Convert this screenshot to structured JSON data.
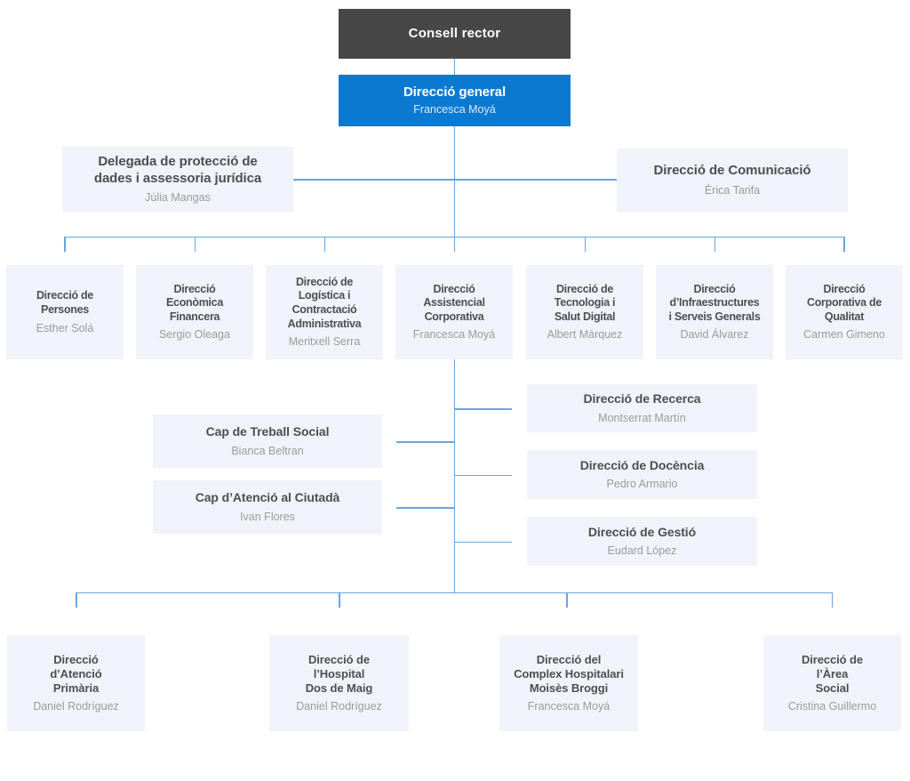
{
  "palette": {
    "root_bg": "#474747",
    "accent_blue": "#0b79d0",
    "node_bg": "#f0f3f9",
    "line_color": "#69a5dd",
    "title_color": "#4d4f52",
    "name_color": "#9b9b9b"
  },
  "chart": {
    "root": {
      "title": "Consell rector"
    },
    "general": {
      "title": "Direcció general",
      "name": "Francesca Moyá"
    },
    "staff_left": {
      "title": "Delegada de protecció de\ndades i assessoria jurídica",
      "name": "Júlia Mangas"
    },
    "staff_right": {
      "title": "Direcció de Comunicació",
      "name": "Èrica Tarifa"
    },
    "row1": [
      {
        "title": "Direcció de\nPersones",
        "name": "Esther Solá"
      },
      {
        "title": "Direcció\nEconòmica\nFinancera",
        "name": "Sergio Oleaga"
      },
      {
        "title": "Direcció de\nLogística i\nContractació\nAdministrativa",
        "name": "Meritxell Serra"
      },
      {
        "title": "Direcció\nAssistencial\nCorporativa",
        "name": "Francesca Moyá"
      },
      {
        "title": "Direcció de\nTecnologia i\nSalut Digital",
        "name": "Albert Márquez"
      },
      {
        "title": "Direcció\nd’Infraestructures\ni Serveis Generals",
        "name": "David Álvarez"
      },
      {
        "title": "Direcció\nCorporativa de\nQualitat",
        "name": "Carmen Gimeno"
      }
    ],
    "mid_left": [
      {
        "title": "Cap de Treball Social",
        "name": "Bianca Beltran"
      },
      {
        "title": "Cap d’Atenció al Ciutadà",
        "name": "Ivan Flores"
      }
    ],
    "mid_right": [
      {
        "title": "Direcció de Recerca",
        "name": "Montserrat Martín"
      },
      {
        "title": "Direcció de Docència",
        "name": "Pedro Armario"
      },
      {
        "title": "Direcció de Gestió",
        "name": "Eudard López"
      }
    ],
    "row2": [
      {
        "title": "Direcció\nd’Atenció\nPrimària",
        "name": "Daniel Rodríguez"
      },
      {
        "title": "Direcció de\nl’Hospital\nDos de Maig",
        "name": "Daniel Rodríguez"
      },
      {
        "title": "Direcció del\nComplex Hospitalari\nMoisès Broggi",
        "name": "Francesca Moyá"
      },
      {
        "title": "Direcció de\nl’Àrea\nSocial",
        "name": "Cristina Guillermo"
      }
    ]
  }
}
